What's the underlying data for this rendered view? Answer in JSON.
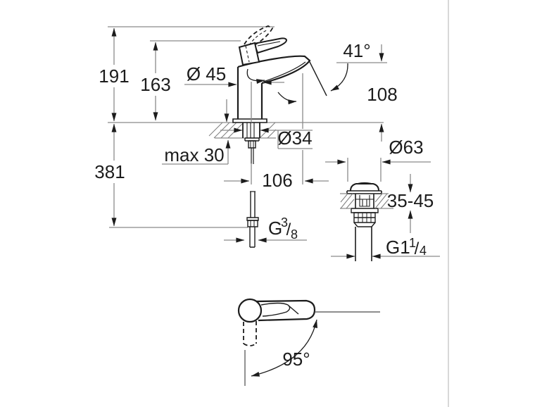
{
  "diagram": {
    "kind": "technical-dimension-drawing",
    "subject": "single-lever basin mixer faucet with pop-up waste valve and handle swivel view",
    "colors": {
      "background": "#ffffff",
      "drawing_line": "#1c1c1c",
      "dimension_line": "#8a8a8a",
      "page_divider": "#cccccc",
      "text": "#1c1c1c"
    }
  },
  "labels": {
    "total_height": "191",
    "lever_height": "163",
    "body_diameter": "Ø 45",
    "spout_angle": "41°",
    "spout_height": "108",
    "shank_diameter": "Ø34",
    "max_counter_thickness": "max 30",
    "hose_length": "381",
    "spout_projection": "106",
    "waste_flange_diameter": "Ø63",
    "waste_counter_range": "35-45",
    "supply_thread_g": "G",
    "supply_thread_num": "3",
    "supply_thread_slash": "/",
    "supply_thread_den": "8",
    "waste_thread_g": "G1",
    "waste_thread_num": "1",
    "waste_thread_slash": "/",
    "waste_thread_den": "4",
    "handle_swivel_angle": "95°"
  }
}
